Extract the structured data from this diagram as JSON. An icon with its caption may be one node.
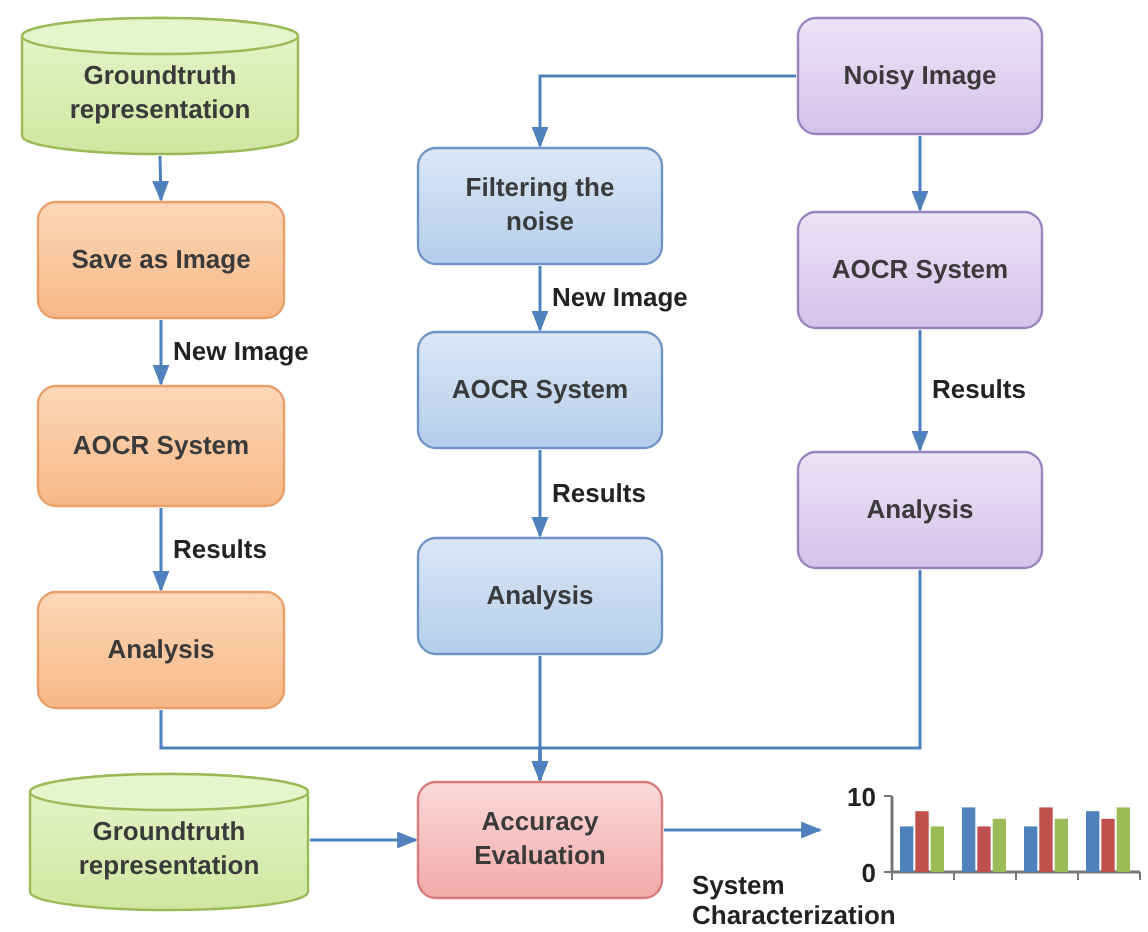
{
  "diagram": {
    "nodes": [
      {
        "text": [
          "Groundtruth representation"
        ]
      },
      {
        "text": [
          "Save as Image"
        ]
      },
      {
        "text": [
          "AOCR System"
        ]
      },
      {
        "text": [
          "Analysis"
        ]
      },
      {
        "text": [
          "Filtering the noise"
        ]
      },
      {
        "text": [
          "AOCR System"
        ]
      },
      {
        "text": [
          "Analysis"
        ]
      },
      {
        "text": [
          "Noisy Image"
        ]
      },
      {
        "text": [
          "AOCR System"
        ]
      },
      {
        "text": [
          "Analysis"
        ]
      },
      {
        "text": [
          "Groundtruth representation"
        ]
      },
      {
        "text": [
          "Accuracy Evaluation"
        ]
      },
      {
        "text": [],
        "shape": "picture",
        "beside": [
          "System Characterization"
        ]
      }
    ],
    "edges": [
      {
        "from": 0,
        "to": 1,
        "arrow": "to"
      },
      {
        "from": 1,
        "to": 2,
        "arrow": "to",
        "label": "New Image"
      },
      {
        "from": 2,
        "to": 3,
        "arrow": "to",
        "label": "Results"
      },
      {
        "from": 7,
        "to": 4,
        "arrow": "to"
      },
      {
        "from": 4,
        "to": 5,
        "arrow": "to",
        "label": "New Image"
      },
      {
        "from": 5,
        "to": 6,
        "arrow": "to",
        "label": "Results"
      },
      {
        "from": 7,
        "to": 8,
        "arrow": "to"
      },
      {
        "from": 8,
        "to": 9,
        "arrow": "to",
        "label": "Results"
      },
      {
        "from": 3,
        "to": 11,
        "arrow": "to"
      },
      {
        "from": 6,
        "to": 11,
        "arrow": "to"
      },
      {
        "from": 9,
        "to": 11,
        "arrow": "to"
      },
      {
        "from": 10,
        "to": 11,
        "arrow": "to"
      },
      {
        "from": 11,
        "to": 12,
        "arrow": "to"
      }
    ],
    "chart_data": {
      "type": "bar",
      "categories": [
        null,
        null,
        null,
        null
      ],
      "series": [
        {
          "color": "#4f81bd",
          "values": [
            6,
            8.5,
            6,
            8
          ]
        },
        {
          "color": "#c0504d",
          "values": [
            8,
            6,
            8.5,
            7
          ]
        },
        {
          "color": "#9bbb59",
          "values": [
            6,
            7,
            7,
            8.5
          ]
        }
      ],
      "ylim": [
        0,
        10
      ],
      "yticks": [
        0,
        10
      ]
    }
  }
}
